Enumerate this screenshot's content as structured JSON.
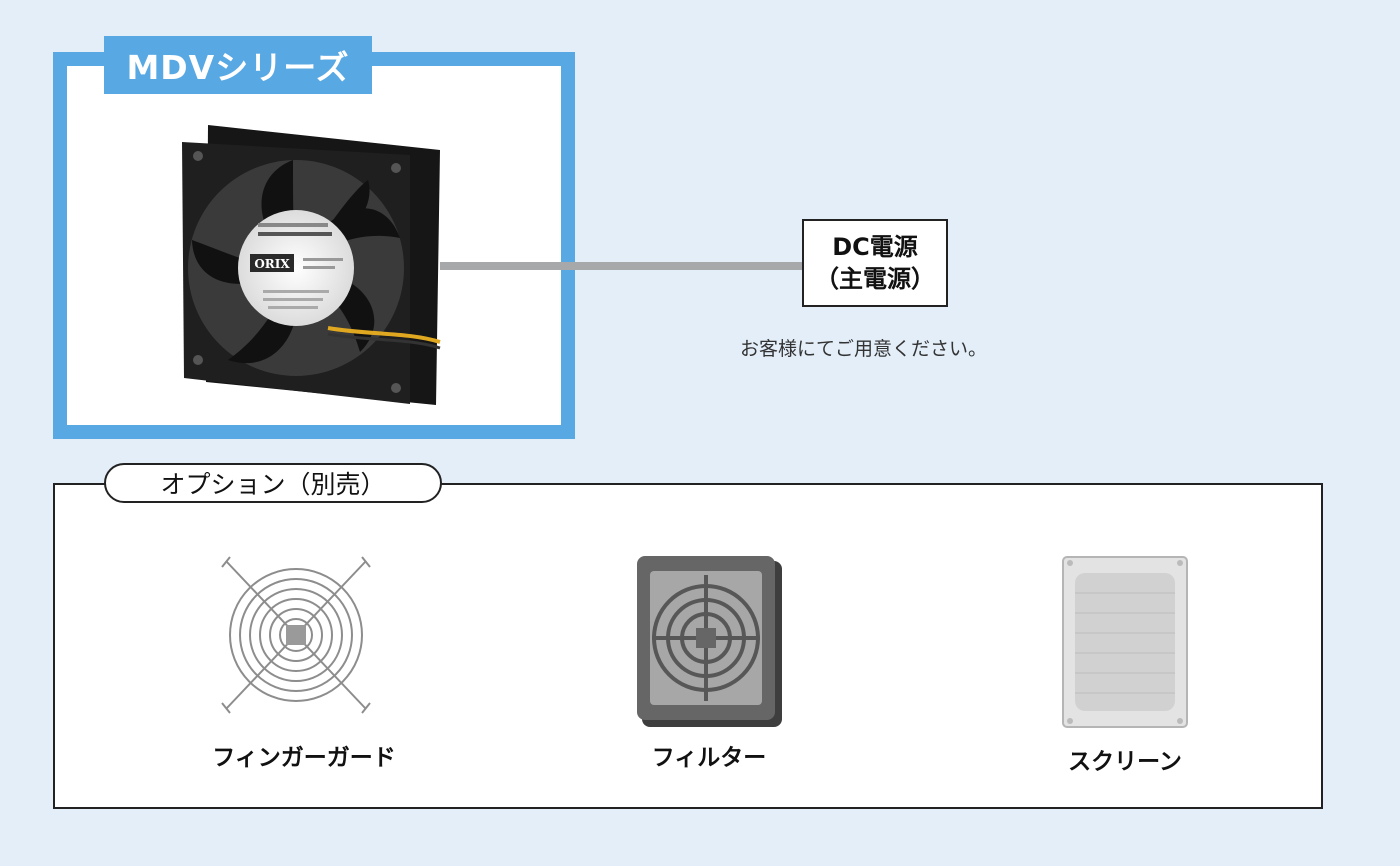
{
  "series": {
    "title": "MDVシリーズ"
  },
  "fan": {
    "brand_label": "ORIX"
  },
  "power": {
    "line1": "DC電源",
    "line2": "（主電源）",
    "note": "お客様にてご用意ください。"
  },
  "options": {
    "title": "オプション（別売）",
    "items": [
      {
        "label": "フィンガーガード",
        "icon": "finger-guard-icon"
      },
      {
        "label": "フィルター",
        "icon": "filter-icon"
      },
      {
        "label": "スクリーン",
        "icon": "screen-icon"
      }
    ]
  },
  "colors": {
    "background": "#e3eef9",
    "accent": "#58a8e3",
    "cable": "#a6a8aa"
  }
}
